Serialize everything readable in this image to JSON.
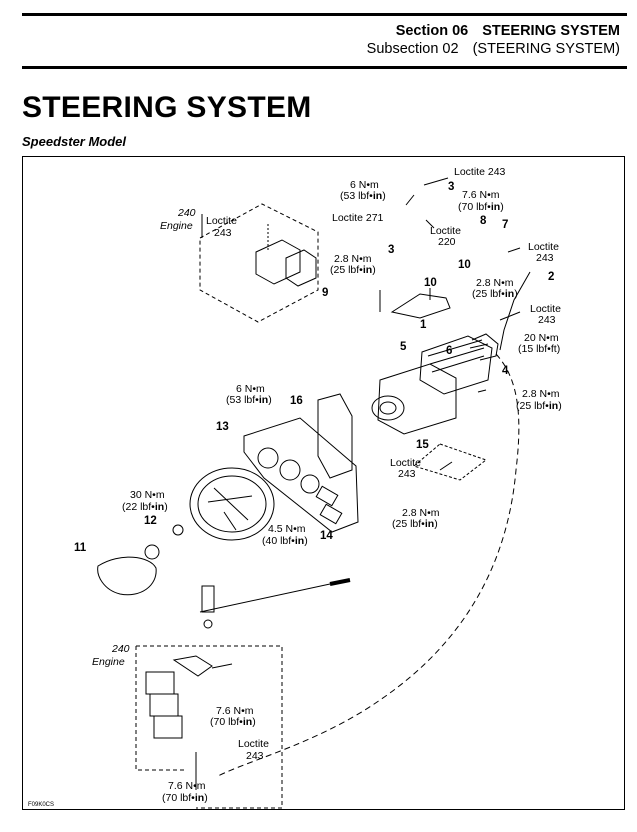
{
  "header": {
    "section_label": "Section 06",
    "section_title": "STEERING SYSTEM",
    "subsection_label": "Subsection 02",
    "subsection_title": "(STEERING SYSTEM)"
  },
  "page_title": "STEERING SYSTEM",
  "model_subtitle": "Speedster Model",
  "figure_code": "F09K0CS",
  "callouts": {
    "loctite243_top": "Loctite 243",
    "torque6_a": "6 N•m",
    "torque6_b_pre": "(53 lbf•",
    "torque6_b_in": "in",
    "torque6_b_post": ")",
    "loctite271": "Loctite 271",
    "torque7_6_a": "7.6 N•m",
    "torque7_6_b_pre": "(70 lbf•",
    "torque7_6_b_in": "in",
    "torque7_6_b_post": ")",
    "loctite220_a": "Loctite",
    "loctite220_b": "220",
    "loctite243_right_a": "Loctite",
    "loctite243_right_b": "243",
    "engine240_a": "240",
    "engine240_b": "Engine",
    "loctite243_left_a": "Loctite",
    "loctite243_left_b": "243",
    "torque2_8_left_a": "2.8 N•m",
    "torque2_8_left_b_pre": "(25 lbf•",
    "torque2_8_left_b_in": "in",
    "torque2_8_left_b_post": ")",
    "torque2_8_mid_a": "2.8 N•m",
    "torque2_8_mid_b_pre": "(25 lbf•",
    "torque2_8_mid_b_in": "in",
    "torque2_8_mid_b_post": ")",
    "loctite243_r2_a": "Loctite",
    "loctite243_r2_b": "243",
    "torque20_a": "20 N•m",
    "torque20_b": "(15 lbf•ft)",
    "torque2_8_r_a": "2.8 N•m",
    "torque2_8_r_b_pre": "(25 lbf•",
    "torque2_8_r_b_in": "in",
    "torque2_8_r_b_post": ")",
    "torque6_mid_a": "6 N•m",
    "torque6_mid_b_pre": "(53 lbf•",
    "torque6_mid_b_in": "in",
    "torque6_mid_b_post": ")",
    "loctite243_c_a": "Loctite",
    "loctite243_c_b": "243",
    "torque30_a": "30 N•m",
    "torque30_b_pre": "(22 lbf•",
    "torque30_b_in": "in",
    "torque30_b_post": ")",
    "torque2_8_low_a": "2.8 N•m",
    "torque2_8_low_b_pre": "(25 lbf•",
    "torque2_8_low_b_in": "in",
    "torque2_8_low_b_post": ")",
    "torque4_5_a": "4.5 N•m",
    "torque4_5_b_pre": "(40 lbf•",
    "torque4_5_b_in": "in",
    "torque4_5_b_post": ")",
    "engine240_low_a": "240",
    "engine240_low_b": "Engine",
    "torque7_6_low_a": "7.6 N•m",
    "torque7_6_low_b_pre": "(70 lbf•",
    "torque7_6_low_b_in": "in",
    "torque7_6_low_b_post": ")",
    "loctite243_low_a": "Loctite",
    "loctite243_low_b": "243",
    "torque7_6_bot_a": "7.6 N•m",
    "torque7_6_bot_b_pre": "(70 lbf•",
    "torque7_6_bot_b_in": "in",
    "torque7_6_bot_b_post": ")"
  },
  "part_numbers": {
    "p1": "1",
    "p2": "2",
    "p3a": "3",
    "p3b": "3",
    "p4": "4",
    "p5": "5",
    "p6": "6",
    "p7": "7",
    "p8": "8",
    "p9": "9",
    "p10a": "10",
    "p10b": "10",
    "p11": "11",
    "p12": "12",
    "p13": "13",
    "p14": "14",
    "p15": "15",
    "p16": "16"
  }
}
